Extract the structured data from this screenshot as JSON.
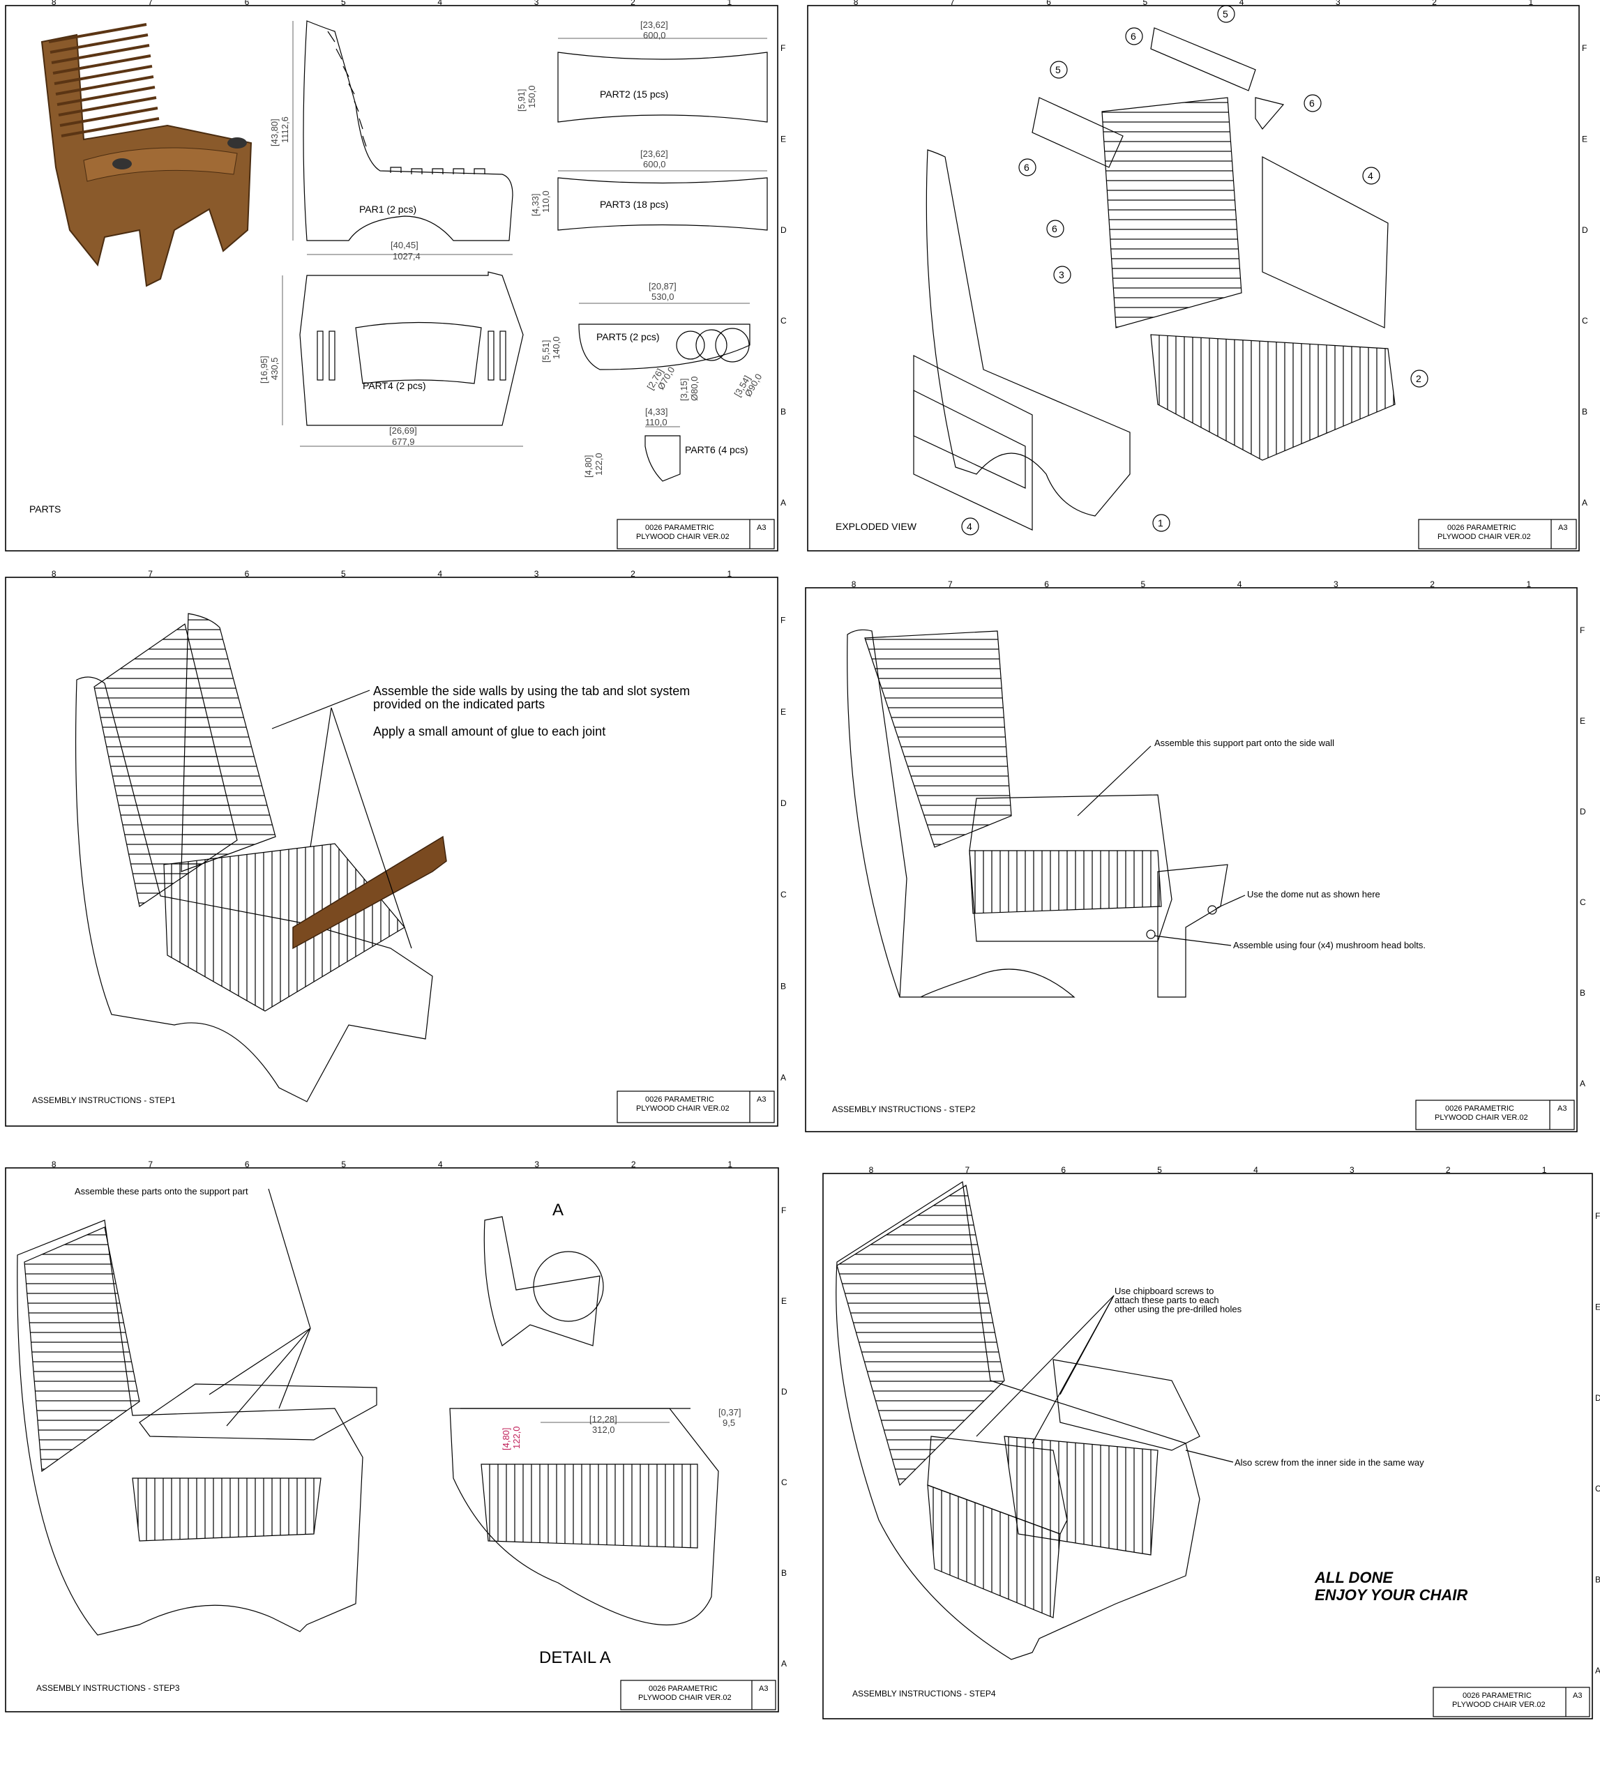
{
  "drawing": {
    "title_line1": "0026 PARAMETRIC",
    "title_line2": "PLYWOOD CHAIR VER.02",
    "size": "A3"
  },
  "border_cols": [
    "8",
    "7",
    "6",
    "5",
    "4",
    "3",
    "2",
    "1"
  ],
  "border_rows": [
    "F",
    "E",
    "D",
    "C",
    "B",
    "A"
  ],
  "sheets": [
    {
      "id": "parts",
      "caption": "PARTS"
    },
    {
      "id": "exploded",
      "caption": "EXPLODED VIEW"
    },
    {
      "id": "step1",
      "caption": "ASSEMBLY INSTRUCTIONS - STEP1"
    },
    {
      "id": "step2",
      "caption": "ASSEMBLY INSTRUCTIONS - STEP2"
    },
    {
      "id": "step3",
      "caption": "ASSEMBLY INSTRUCTIONS - STEP3"
    },
    {
      "id": "step4",
      "caption": "ASSEMBLY INSTRUCTIONS - STEP4"
    }
  ],
  "parts_sheet": {
    "part1": {
      "label": "PAR1 (2 pcs)",
      "dim_h_in": "[43,80]",
      "dim_h_mm": "1112,6",
      "dim_w_in": "[40,45]",
      "dim_w_mm": "1027,4"
    },
    "part2": {
      "label": "PART2 (15 pcs)",
      "dim_w_in": "[23,62]",
      "dim_w_mm": "600,0",
      "dim_h_in": "[5,91]",
      "dim_h_mm": "150,0"
    },
    "part3": {
      "label": "PART3 (18 pcs)",
      "dim_w_in": "[23,62]",
      "dim_w_mm": "600,0",
      "dim_h_in": "[4,33]",
      "dim_h_mm": "110,0"
    },
    "part4": {
      "label": "PART4 (2 pcs)",
      "dim_h_in": "[16,95]",
      "dim_h_mm": "430,5",
      "dim_w_in": "[26,69]",
      "dim_w_mm": "677,9"
    },
    "part5": {
      "label": "PART5 (2 pcs)",
      "dim_w_in": "[20,87]",
      "dim_w_mm": "530,0",
      "dim_h_in": "[5,51]",
      "dim_h_mm": "140,0",
      "hole1_in": "[2,76]",
      "hole1_mm": "Ø70,0",
      "hole2_in": "[3,15]",
      "hole2_mm": "Ø80,0",
      "hole3_in": "[3,54]",
      "hole3_mm": "Ø90,0"
    },
    "part6": {
      "label": "PART6 (4 pcs)",
      "dim_w_in": "[4,33]",
      "dim_w_mm": "110,0",
      "dim_h_in": "[4,80]",
      "dim_h_mm": "122,0"
    }
  },
  "exploded_sheet": {
    "balloons": [
      "5",
      "6",
      "5",
      "6",
      "6",
      "6",
      "3",
      "4",
      "2",
      "4",
      "1"
    ]
  },
  "step1": {
    "note1_line1": "Assemble the side walls by using the tab and slot system",
    "note1_line2": "provided on the indicated parts",
    "note2": "Apply a small amount of glue to each joint"
  },
  "step2": {
    "note1": "Assemble this support part onto the side wall",
    "note2": "Use the dome nut as shown here",
    "note3": "Assemble using four (x4) mushroom head bolts."
  },
  "step3": {
    "note1": "Assemble these parts onto the support part",
    "detail_label": "A",
    "detail_caption": "DETAIL A",
    "dim1_in": "[12,28]",
    "dim1_mm": "312,0",
    "dim2_in": "[4,80]",
    "dim2_mm": "122,0",
    "dim3_in": "[0,37]",
    "dim3_mm": "9,5"
  },
  "step4": {
    "note1_line1": "Use chipboard screws to",
    "note1_line2": "attach these parts to each",
    "note1_line3": "other using the pre-drilled holes",
    "note2": "Also screw from the inner side in the same way",
    "done_line1": "ALL DONE",
    "done_line2": "ENJOY YOUR CHAIR"
  }
}
